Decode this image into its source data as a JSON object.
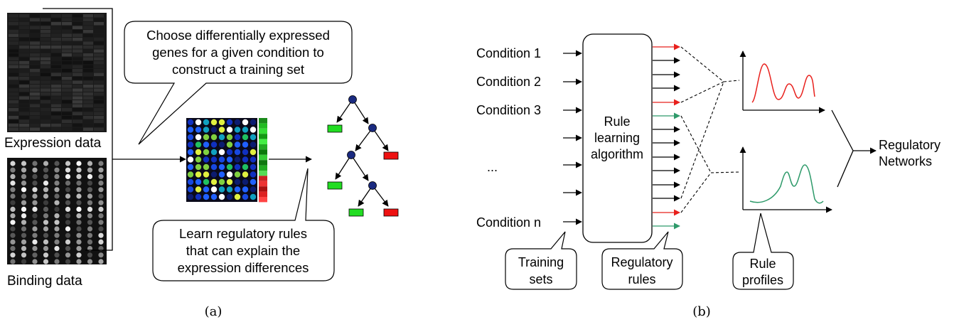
{
  "panel_a": {
    "caption": "(a)",
    "expression_label": "Expression data",
    "binding_label": "Binding data",
    "bubble_top_lines": [
      "Choose differentially expressed",
      "genes for a given condition to",
      "construct a training set"
    ],
    "bubble_bottom_lines": [
      "Learn regulatory rules",
      "that can explain the",
      "expression differences"
    ]
  },
  "panel_b": {
    "caption": "(b)",
    "conditions": [
      "Condition 1",
      "Condition 2",
      "Condition 3",
      "...",
      "Condition n"
    ],
    "algorithm_lines": [
      "Rule",
      "learning",
      "algorithm"
    ],
    "output_lines": [
      "Regulatory",
      "Networks"
    ],
    "callout_training": [
      "Training",
      "sets"
    ],
    "callout_rules": [
      "Regulatory",
      "rules"
    ],
    "callout_profiles": [
      "Rule",
      "profiles"
    ]
  },
  "colors": {
    "red": "#e8201c",
    "green": "#2e9a6a",
    "leaf_green": "#22dd22",
    "leaf_red": "#ee1111",
    "node_blue": "#1a2a80"
  }
}
